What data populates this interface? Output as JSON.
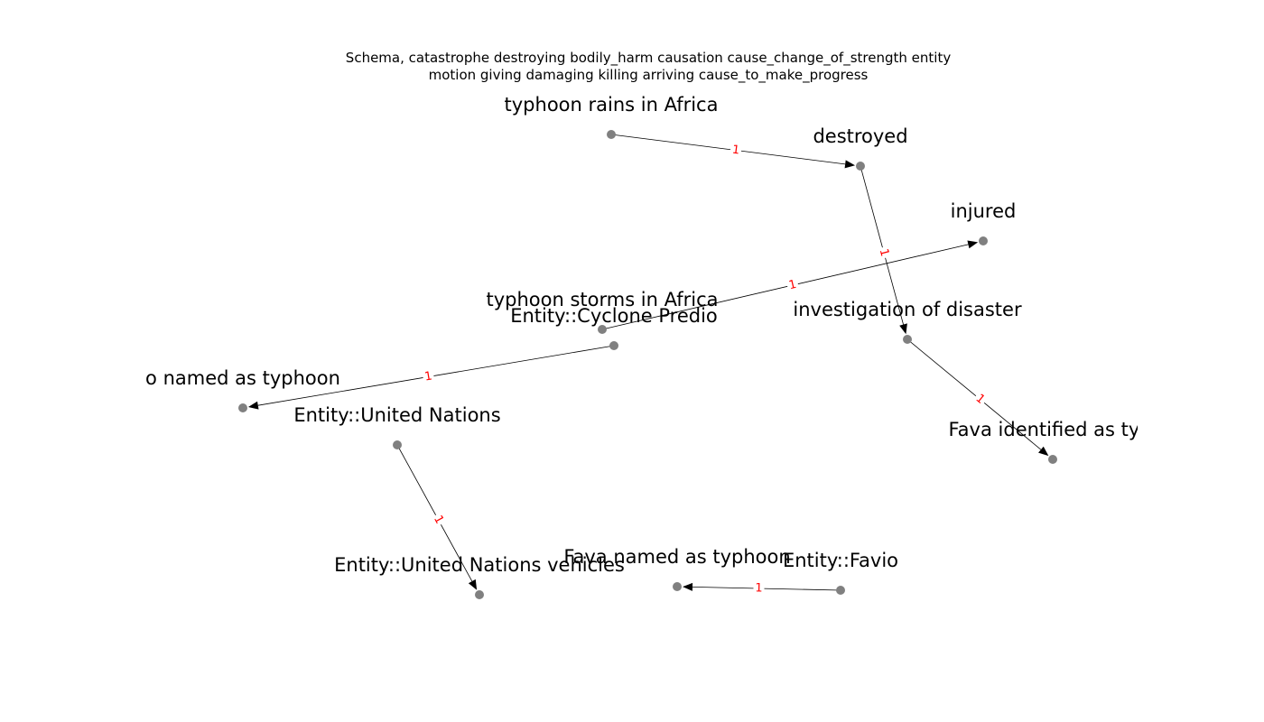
{
  "title_lines": [
    "Schema, catastrophe destroying bodily_harm causation cause_change_of_strength entity",
    "motion giving damaging killing arriving cause_to_make_progress"
  ],
  "colors": {
    "node": "#808080",
    "edge": "#000000",
    "edge_label": "#ff0000",
    "text": "#000000",
    "background": "#ffffff"
  },
  "nodes": [
    {
      "id": "n_rains",
      "label": "typhoon rains in Africa"
    },
    {
      "id": "n_destroyed",
      "label": "destroyed"
    },
    {
      "id": "n_injured",
      "label": "injured"
    },
    {
      "id": "n_storms",
      "label": "typhoon storms in Africa"
    },
    {
      "id": "n_cyclone",
      "label": "Entity::Cyclone Predio"
    },
    {
      "id": "n_investigation",
      "label": "investigation of disaster"
    },
    {
      "id": "n_named",
      "label": "o named as typhoon"
    },
    {
      "id": "n_un",
      "label": "Entity::United Nations"
    },
    {
      "id": "n_fava_identified",
      "label": "Fava identified as typl"
    },
    {
      "id": "n_un_vehicles",
      "label": "Entity::United Nations vehicles"
    },
    {
      "id": "n_fava_named",
      "label": "Fava named as typhoon"
    },
    {
      "id": "n_favio",
      "label": "Entity::Favio"
    }
  ],
  "edges": [
    {
      "id": "e1",
      "source": "n_rains",
      "target": "n_destroyed",
      "label": "1"
    },
    {
      "id": "e2",
      "source": "n_destroyed",
      "target": "n_investigation",
      "label": "1"
    },
    {
      "id": "e3",
      "source": "n_storms",
      "target": "n_injured",
      "label": "1"
    },
    {
      "id": "e4",
      "source": "n_cyclone",
      "target": "n_named",
      "label": "1"
    },
    {
      "id": "e5",
      "source": "n_investigation",
      "target": "n_fava_identified",
      "label": "1"
    },
    {
      "id": "e6",
      "source": "n_un",
      "target": "n_un_vehicles",
      "label": "1"
    },
    {
      "id": "e7",
      "source": "n_favio",
      "target": "n_fava_named",
      "label": "1"
    }
  ]
}
